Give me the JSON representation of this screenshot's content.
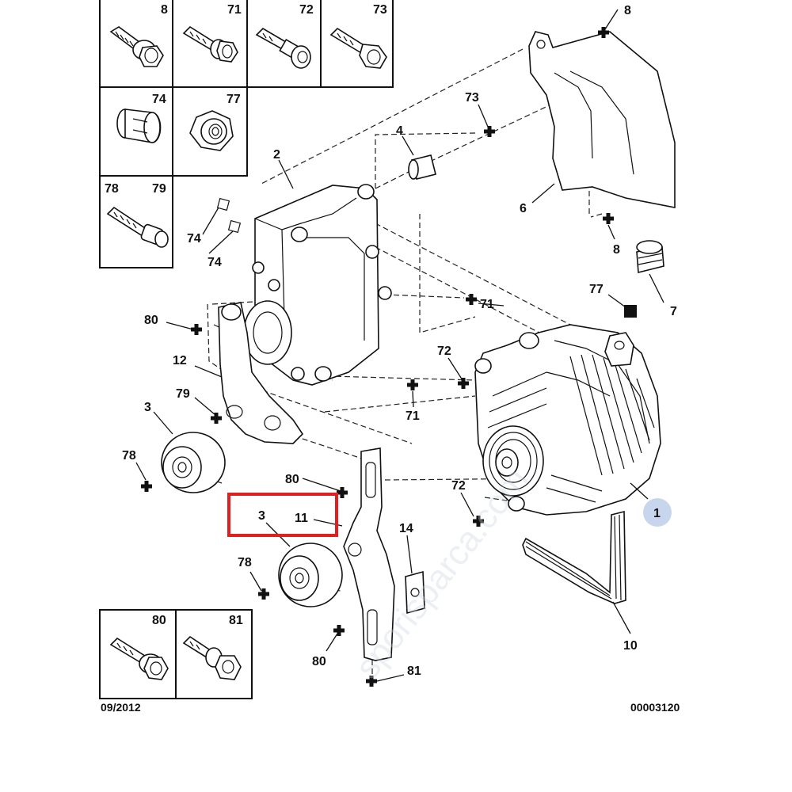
{
  "diagram": {
    "date_code": "09/2012",
    "reference": "00003120",
    "watermark": "sporisparca.com",
    "legend_labels": [
      "8",
      "71",
      "72",
      "73",
      "74",
      "77",
      "78",
      "79",
      "80",
      "81"
    ],
    "callouts": {
      "c1": "1",
      "c2": "2",
      "c3a": "3",
      "c3b": "3",
      "c4": "4",
      "c6": "6",
      "c7": "7",
      "c8a": "8",
      "c8b": "8",
      "c10": "10",
      "c11": "11",
      "c12": "12",
      "c14": "14",
      "c71a": "71",
      "c71b": "71",
      "c72a": "72",
      "c72b": "72",
      "c73": "73",
      "c74a": "74",
      "c74b": "74",
      "c77": "77",
      "c78a": "78",
      "c78b": "78",
      "c79": "79",
      "c80a": "80",
      "c80b": "80",
      "c80c": "80",
      "c81": "81"
    },
    "colors": {
      "line": "#111111",
      "highlight": "#e02020",
      "badge": "#c7d6ec"
    }
  }
}
